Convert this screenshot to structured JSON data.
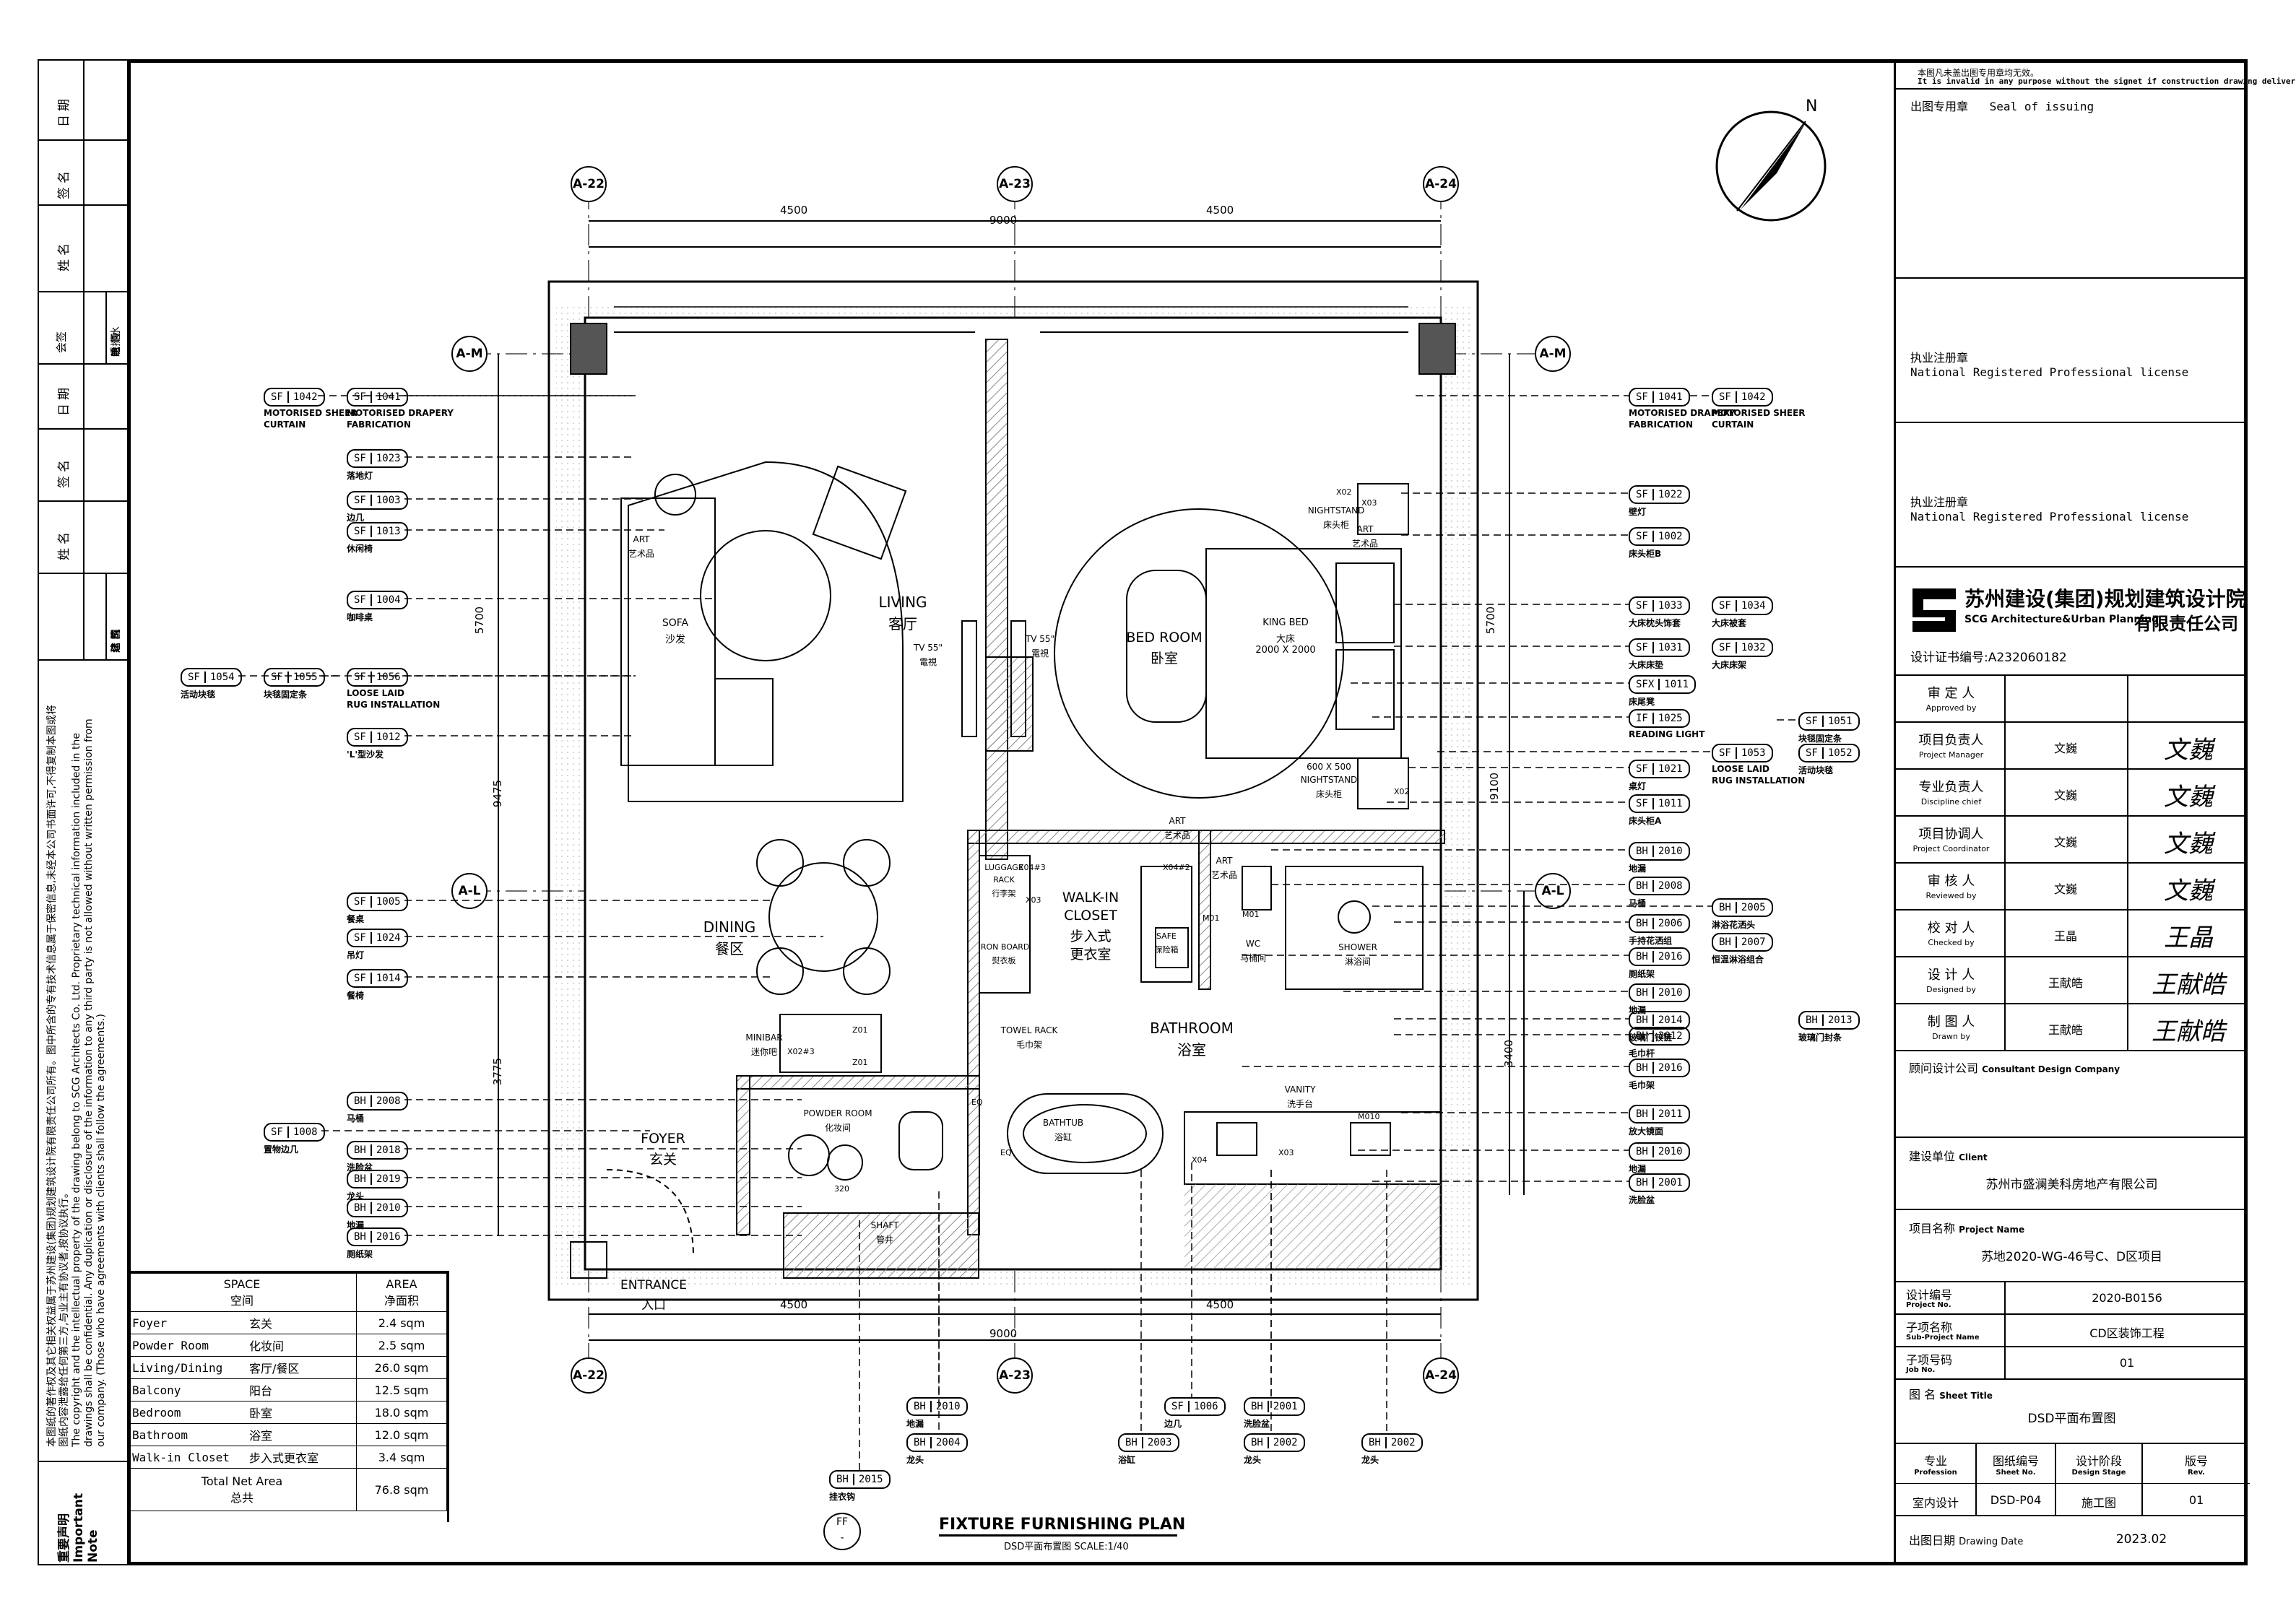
{
  "notes": {
    "seal_notice_cn": "本图凡未盖出图专用章均无效。",
    "seal_notice_en": "It is invalid in any purpose without the signet if construction drawing deliver",
    "seal_label_cn": "出图专用章",
    "seal_label_en": "Seal of issuing",
    "license1_cn": "执业注册章",
    "license1_en": "National Registered Professional license",
    "license2_cn": "执业注册章",
    "license2_en": "National Registered Professional license",
    "important_note_cn": "重要声明",
    "important_note_en": "Important Note"
  },
  "firm": {
    "name_cn": "苏州建设(集团)规划建筑设计院",
    "name_cn2": "有限责任公司",
    "name_en": "SCG Architecture&Urban Planning",
    "cert": "设计证书编号:A232060182"
  },
  "roles": [
    {
      "cn": "审 定 人",
      "en": "Approved by",
      "person": "",
      "sig": ""
    },
    {
      "cn": "项目负责人",
      "en": "Project Manager",
      "person": "文巍",
      "sig": "文巍"
    },
    {
      "cn": "专业负责人",
      "en": "Discipline chief",
      "person": "文巍",
      "sig": "文巍"
    },
    {
      "cn": "项目协调人",
      "en": "Project Coordinator",
      "person": "文巍",
      "sig": "文巍"
    },
    {
      "cn": "审 核 人",
      "en": "Reviewed by",
      "person": "文巍",
      "sig": "文巍"
    },
    {
      "cn": "校 对 人",
      "en": "Checked by",
      "person": "王晶",
      "sig": "王晶"
    },
    {
      "cn": "设 计 人",
      "en": "Designed by",
      "person": "王献皓",
      "sig": "王献皓"
    },
    {
      "cn": "制 图 人",
      "en": "Drawn by",
      "person": "王献皓",
      "sig": "王献皓"
    }
  ],
  "consultant": {
    "cn": "顾问设计公司",
    "en": "Consultant Design Company"
  },
  "client": {
    "cn": "建设单位",
    "en": "Client",
    "value": "苏州市盛澜美科房地产有限公司"
  },
  "project": {
    "cn": "项目名称",
    "en": "Project Name",
    "value": "苏地2020-WG-46号C、D区项目"
  },
  "project_no": {
    "cn": "设计编号",
    "en": "Project No.",
    "value": "2020-B0156"
  },
  "sub_project": {
    "cn": "子项名称",
    "en": "Sub-Project Name",
    "value": "CD区装饰工程"
  },
  "job_no": {
    "cn": "子项号码",
    "en": "Job No.",
    "value": "01"
  },
  "sheet_title": {
    "cn": "图  名",
    "en": "Sheet Title",
    "value": "DSD平面布置图"
  },
  "bottom_cols": [
    {
      "cn": "专业",
      "en": "Profession",
      "value": "室内设计"
    },
    {
      "cn": "图纸编号",
      "en": "Sheet No.",
      "value": "DSD-P04"
    },
    {
      "cn": "设计阶段",
      "en": "Design Stage",
      "value": "施工图"
    },
    {
      "cn": "版号",
      "en": "Rev.",
      "value": "01"
    }
  ],
  "drawing_date": {
    "cn": "出图日期",
    "en": "Drawing Date",
    "value": "2023.02"
  },
  "drawing_title": {
    "en": "FIXTURE FURNISHING PLAN",
    "cn": "DSD平面布置图  SCALE:1/40",
    "ref": "FF",
    "sub": "-"
  },
  "left_strip": {
    "top": [
      [
        "期",
        "日"
      ],
      [
        "名",
        "签"
      ],
      [
        "名",
        "姓"
      ]
    ],
    "trades": [
      "给排水",
      "电  气",
      "暖  通"
    ],
    "hui": "会签",
    "mid": [
      [
        "期",
        "日"
      ],
      [
        "名",
        "签"
      ],
      [
        "名",
        "姓"
      ]
    ],
    "trades2": [
      "总  图",
      "建  筑",
      "结  构"
    ]
  },
  "legal_cn": "本图纸的著作权及其它相关权益属于苏州建设(集团)规划建筑设计院有限责任公司所有。图中所含的专有技术信息属于保密信息,未经本公司书面许可,不得复制本图或将图纸内容泄露给任何第三方,与业主有协议者,按协议执行。",
  "legal_en": "The copyright and the intellectual property of the drawing belong to SCG Architects Co. Ltd. Proprietary technical information included in the drawings shall be confidential. Any duplication or disclosure of the information to any third party is not allowed without written permission from our company. (Those who have agreements with clients shall follow the agreements.)",
  "space_table": {
    "headers": [
      [
        "SPACE",
        "空间"
      ],
      [
        "AREA",
        "净面积"
      ]
    ],
    "rows": [
      [
        "Foyer",
        "玄关",
        "2.4 sqm"
      ],
      [
        "Powder Room",
        "化妆间",
        "2.5 sqm"
      ],
      [
        "Living/Dining",
        "客厅/餐区",
        "26.0 sqm"
      ],
      [
        "Balcony",
        "阳台",
        "12.5 sqm"
      ],
      [
        "Bedroom",
        "卧室",
        "18.0 sqm"
      ],
      [
        "Bathroom",
        "浴室",
        "12.0 sqm"
      ],
      [
        "Walk-in Closet",
        "步入式更衣室",
        "3.4 sqm"
      ]
    ],
    "total_en": "Total Net Area",
    "total_cn": "总共",
    "total": "76.8 sqm"
  },
  "grid": {
    "cols": [
      "A-22",
      "A-23",
      "A-24"
    ],
    "rows": [
      "A-M",
      "A-L"
    ],
    "dims_top": [
      "4500",
      "9000",
      "4500"
    ],
    "dims_bottom": [
      "4500",
      "9000",
      "4500"
    ],
    "dims_left": [
      "5700",
      "9475",
      "3775"
    ],
    "dims_right": [
      "5700",
      "9100",
      "3400"
    ],
    "north": "N"
  },
  "rooms": {
    "living": [
      "LIVING",
      "客厅"
    ],
    "bedroom": [
      "BED ROOM",
      "卧室"
    ],
    "dining": [
      "DINING",
      "餐区"
    ],
    "closet": [
      "WALK-IN",
      "CLOSET",
      "步入式",
      "更衣室"
    ],
    "bathroom": [
      "BATHROOM",
      "浴室"
    ],
    "foyer": [
      "FOYER",
      "玄关"
    ],
    "entrance": [
      "ENTRANCE",
      "入口"
    ],
    "powder": [
      "POWDER ROOM",
      "化妆间"
    ],
    "shaft": [
      "SHAFT",
      "管井"
    ],
    "wc": [
      "WC",
      "马桶间"
    ],
    "shower": [
      "SHOWER",
      "淋浴间"
    ],
    "vanity": [
      "VANITY",
      "洗手台"
    ],
    "bathtub": [
      "BATHTUB",
      "浴缸"
    ],
    "sofa": [
      "SOFA",
      "沙发"
    ],
    "kingbed": [
      "KING BED",
      "大床",
      "2000 X 2000"
    ],
    "tv1": [
      "TV 55\"",
      "電視"
    ],
    "tv2": [
      "TV 55\"",
      "電視"
    ],
    "nightstand1": [
      "NIGHTSTAND",
      "床头柜"
    ],
    "nightstand2": [
      "600 X 500",
      "NIGHTSTAND",
      "床头柜"
    ],
    "art1": [
      "ART",
      "艺术品"
    ],
    "art2": [
      "ART",
      "艺术品"
    ],
    "art3": [
      "ART",
      "艺术品"
    ],
    "art4": [
      "ART",
      "艺术品"
    ],
    "minibar": [
      "MINIBAR",
      "迷你吧"
    ],
    "towel": [
      "TOWEL RACK",
      "毛巾架"
    ],
    "luggage": [
      "LUGGAGE",
      "RACK",
      "行李架"
    ],
    "iron": [
      "IRON BOARD",
      "熨衣板"
    ],
    "safe": [
      "SAFE",
      "保险箱"
    ]
  },
  "tags_left": [
    {
      "code": "SF",
      "num": "1042",
      "label": [
        "MOTORISED SHEER",
        "CURTAIN"
      ]
    },
    {
      "code": "SF",
      "num": "1041",
      "label": [
        "MOTORISED DRAPERY",
        "FABRICATION"
      ]
    },
    {
      "code": "SF",
      "num": "1023",
      "label": [
        "落地灯"
      ]
    },
    {
      "code": "SF",
      "num": "1003",
      "label": [
        "边几"
      ]
    },
    {
      "code": "SF",
      "num": "1013",
      "label": [
        "休闲椅"
      ]
    },
    {
      "code": "SF",
      "num": "1004",
      "label": [
        "咖啡桌"
      ]
    },
    {
      "code": "SF",
      "num": "1054",
      "label": [
        "活动块毯"
      ]
    },
    {
      "code": "SF",
      "num": "1055",
      "label": [
        "块毯固定条"
      ]
    },
    {
      "code": "SF",
      "num": "1056",
      "label": [
        "LOOSE LAID",
        "RUG INSTALLATION"
      ]
    },
    {
      "code": "SF",
      "num": "1012",
      "label": [
        "'L'型沙发"
      ]
    },
    {
      "code": "SF",
      "num": "1005",
      "label": [
        "餐桌"
      ]
    },
    {
      "code": "SF",
      "num": "1024",
      "label": [
        "吊灯"
      ]
    },
    {
      "code": "SF",
      "num": "1014",
      "label": [
        "餐椅"
      ]
    },
    {
      "code": "BH",
      "num": "2008",
      "label": [
        "马桶"
      ]
    },
    {
      "code": "SF",
      "num": "1008",
      "label": [
        "置物边几"
      ]
    },
    {
      "code": "BH",
      "num": "2018",
      "label": [
        "洗脸盆"
      ]
    },
    {
      "code": "BH",
      "num": "2019",
      "label": [
        "龙头"
      ]
    },
    {
      "code": "BH",
      "num": "2010",
      "label": [
        "地漏"
      ]
    },
    {
      "code": "BH",
      "num": "2016",
      "label": [
        "厕纸架"
      ]
    }
  ],
  "tags_right": [
    {
      "code": "SF",
      "num": "1041",
      "label": [
        "MOTORISED DRAPERY",
        "FABRICATION"
      ]
    },
    {
      "code": "SF",
      "num": "1042",
      "label": [
        "MOTORISED SHEER",
        "CURTAIN"
      ]
    },
    {
      "code": "SF",
      "num": "1022",
      "label": [
        "壁灯"
      ]
    },
    {
      "code": "SF",
      "num": "1002",
      "label": [
        "床头柜B"
      ]
    },
    {
      "code": "SF",
      "num": "1033",
      "label": [
        "大床枕头饰套"
      ]
    },
    {
      "code": "SF",
      "num": "1034",
      "label": [
        "大床被套"
      ]
    },
    {
      "code": "SF",
      "num": "1031",
      "label": [
        "大床床垫"
      ]
    },
    {
      "code": "SF",
      "num": "1032",
      "label": [
        "大床床架"
      ]
    },
    {
      "code": "SFX",
      "num": "1011",
      "label": [
        "床尾凳"
      ]
    },
    {
      "code": "IF",
      "num": "1025",
      "label": [
        "READING LIGHT"
      ]
    },
    {
      "code": "SF",
      "num": "1051",
      "label": [
        "块毯固定条"
      ]
    },
    {
      "code": "SF",
      "num": "1053",
      "label": [
        "LOOSE LAID",
        "RUG INSTALLATION"
      ]
    },
    {
      "code": "SF",
      "num": "1052",
      "label": [
        "活动块毯"
      ]
    },
    {
      "code": "SF",
      "num": "1021",
      "label": [
        "桌灯"
      ]
    },
    {
      "code": "SF",
      "num": "1011",
      "label": [
        "床头柜A"
      ]
    },
    {
      "code": "BH",
      "num": "2010",
      "label": [
        "地漏"
      ]
    },
    {
      "code": "BH",
      "num": "2008",
      "label": [
        "马桶"
      ]
    },
    {
      "code": "BH",
      "num": "2005",
      "label": [
        "淋浴花洒头"
      ]
    },
    {
      "code": "BH",
      "num": "2006",
      "label": [
        "手持花洒组"
      ]
    },
    {
      "code": "BH",
      "num": "2007",
      "label": [
        "恒温淋浴组合"
      ]
    },
    {
      "code": "BH",
      "num": "2016",
      "label": [
        "厕纸架"
      ]
    },
    {
      "code": "BH",
      "num": "2010",
      "label": [
        "地漏"
      ]
    },
    {
      "code": "BH",
      "num": "2014",
      "label": [
        "玻璃门铰链"
      ]
    },
    {
      "code": "BH",
      "num": "2013",
      "label": [
        "玻璃门封条"
      ]
    },
    {
      "code": "BH",
      "num": "2012",
      "label": [
        "毛巾杆"
      ]
    },
    {
      "code": "BH",
      "num": "2016",
      "label": [
        "毛巾架"
      ]
    },
    {
      "code": "BH",
      "num": "2011",
      "label": [
        "放大镜面"
      ]
    },
    {
      "code": "BH",
      "num": "2010",
      "label": [
        "地漏"
      ]
    },
    {
      "code": "BH",
      "num": "2001",
      "label": [
        "洗脸盆"
      ]
    }
  ],
  "tags_bottom": [
    {
      "code": "BH",
      "num": "2015",
      "label": [
        "挂衣钩"
      ]
    },
    {
      "code": "BH",
      "num": "2010",
      "label": [
        "地漏"
      ]
    },
    {
      "code": "BH",
      "num": "2004",
      "label": [
        "龙头"
      ]
    },
    {
      "code": "BH",
      "num": "2003",
      "label": [
        "浴缸"
      ]
    },
    {
      "code": "SF",
      "num": "1006",
      "label": [
        "边几"
      ]
    },
    {
      "code": "BH",
      "num": "2001",
      "label": [
        "洗脸盆"
      ]
    },
    {
      "code": "BH",
      "num": "2002",
      "label": [
        "龙头"
      ]
    },
    {
      "code": "BH",
      "num": "2002",
      "label": [
        "龙头"
      ]
    }
  ],
  "small_marks": [
    "X02",
    "X03",
    "X04#3",
    "X04#2",
    "X03",
    "Z01",
    "Z01",
    "X02#3",
    "X04",
    "320",
    "M01",
    "M01",
    "M010",
    "X03",
    "X02",
    "EQ",
    "EQ"
  ]
}
